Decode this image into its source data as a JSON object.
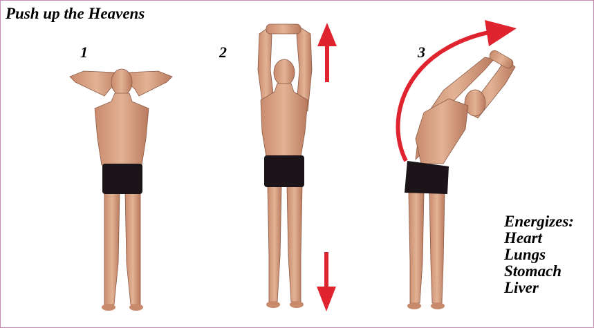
{
  "title": "Push up the Heavens",
  "steps": [
    {
      "number": "1"
    },
    {
      "number": "2"
    },
    {
      "number": "3"
    }
  ],
  "energizes": {
    "heading": "Energizes:",
    "organs": [
      "Heart",
      "Lungs",
      "Stomach",
      "Liver"
    ]
  },
  "colors": {
    "border": "#c58ab5",
    "arrow": "#e0242f",
    "skin": "#d9a183",
    "shorts": "#1b1418"
  }
}
